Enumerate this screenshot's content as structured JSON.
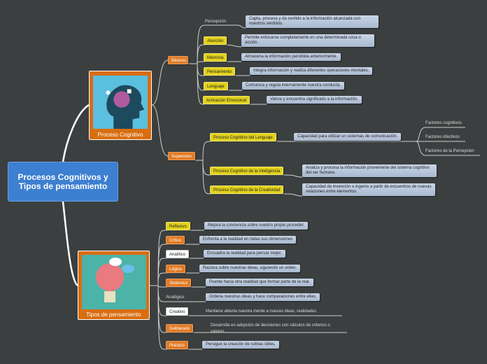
{
  "central": "Procesos Cognitivos y Tipos de pensamiento",
  "proceso": {
    "label": "Proceso Cognitivo",
    "basicos": {
      "label": "Básicos",
      "items": [
        {
          "label": "Percepción",
          "desc": "Capta, procesa y da sentido a la información alcanzada con nuestros sentidos."
        },
        {
          "label": "Atención",
          "desc": "Permite enfocarse completamente en una determinada cosa o acción."
        },
        {
          "label": "Memoria",
          "desc": "Almacena la información percibida anteriormente."
        },
        {
          "label": "Pensamiento",
          "desc": "Integra información y realiza diferentes operaciones mentales."
        },
        {
          "label": "Lenguaje",
          "desc": "Comunica y regula internamente nuestra conducta."
        },
        {
          "label": "Activación Emocional",
          "desc": "Valora y encuentra significado a la información."
        }
      ]
    },
    "superiores": {
      "label": "Superiores",
      "items": [
        {
          "label": "Proceso Cognitivo del Lenguaje",
          "desc": "Capacidad para utilizar un sistemas de comunicación.",
          "factors": [
            "Factores cognitivos",
            "Factores Afectivos",
            "Factores de la Percepcion"
          ]
        },
        {
          "label": "Proceso Cognitivo de la Inteligencia",
          "desc": "Analiza y procesa la información proveniente del sistema cognitivo del ser humano."
        },
        {
          "label": "Proceso Cognitivo de la Creatividad",
          "desc": "Capacidad de invención o ingenio a partir de encuentros de nuevas relaciones entre elementos."
        }
      ]
    }
  },
  "tipos": {
    "label": "Tipos de pensamiento",
    "items": [
      {
        "label": "Reflexivo",
        "desc": "Mejora la conciencia sobre nuestro propio proceder."
      },
      {
        "label": "Crítico",
        "desc": "Enfrenta a la realidad en todas sus dimensiones"
      },
      {
        "label": "Analítico",
        "desc": "Encuadra la realidad para pensar mejor."
      },
      {
        "label": "Lógico",
        "desc": "Razona sobre nuestras ideas, siguiendo un orden."
      },
      {
        "label": "Sistémico",
        "desc": "Puente hacia otra realidad que formar parte de la real."
      },
      {
        "label": "Analógico",
        "desc": "Ordena nuestras ideas y hace comparaciones entre ellas."
      },
      {
        "label": "Creativo",
        "desc": "Mantiene abierta nuestra mente a nuevas ideas, realidades."
      },
      {
        "label": "Deliberado",
        "desc": "Desarrolla en adopción de decisiones con cálculos de criterios o valores."
      },
      {
        "label": "Práctico",
        "desc": "Persigue la creación de rutinas útiles."
      }
    ]
  },
  "colors": {
    "background": "#3b3f3f",
    "central": "#3d7fd0",
    "orange": "#e07a24",
    "yellow": "#e2d21c",
    "desc": "#b8c6da"
  }
}
